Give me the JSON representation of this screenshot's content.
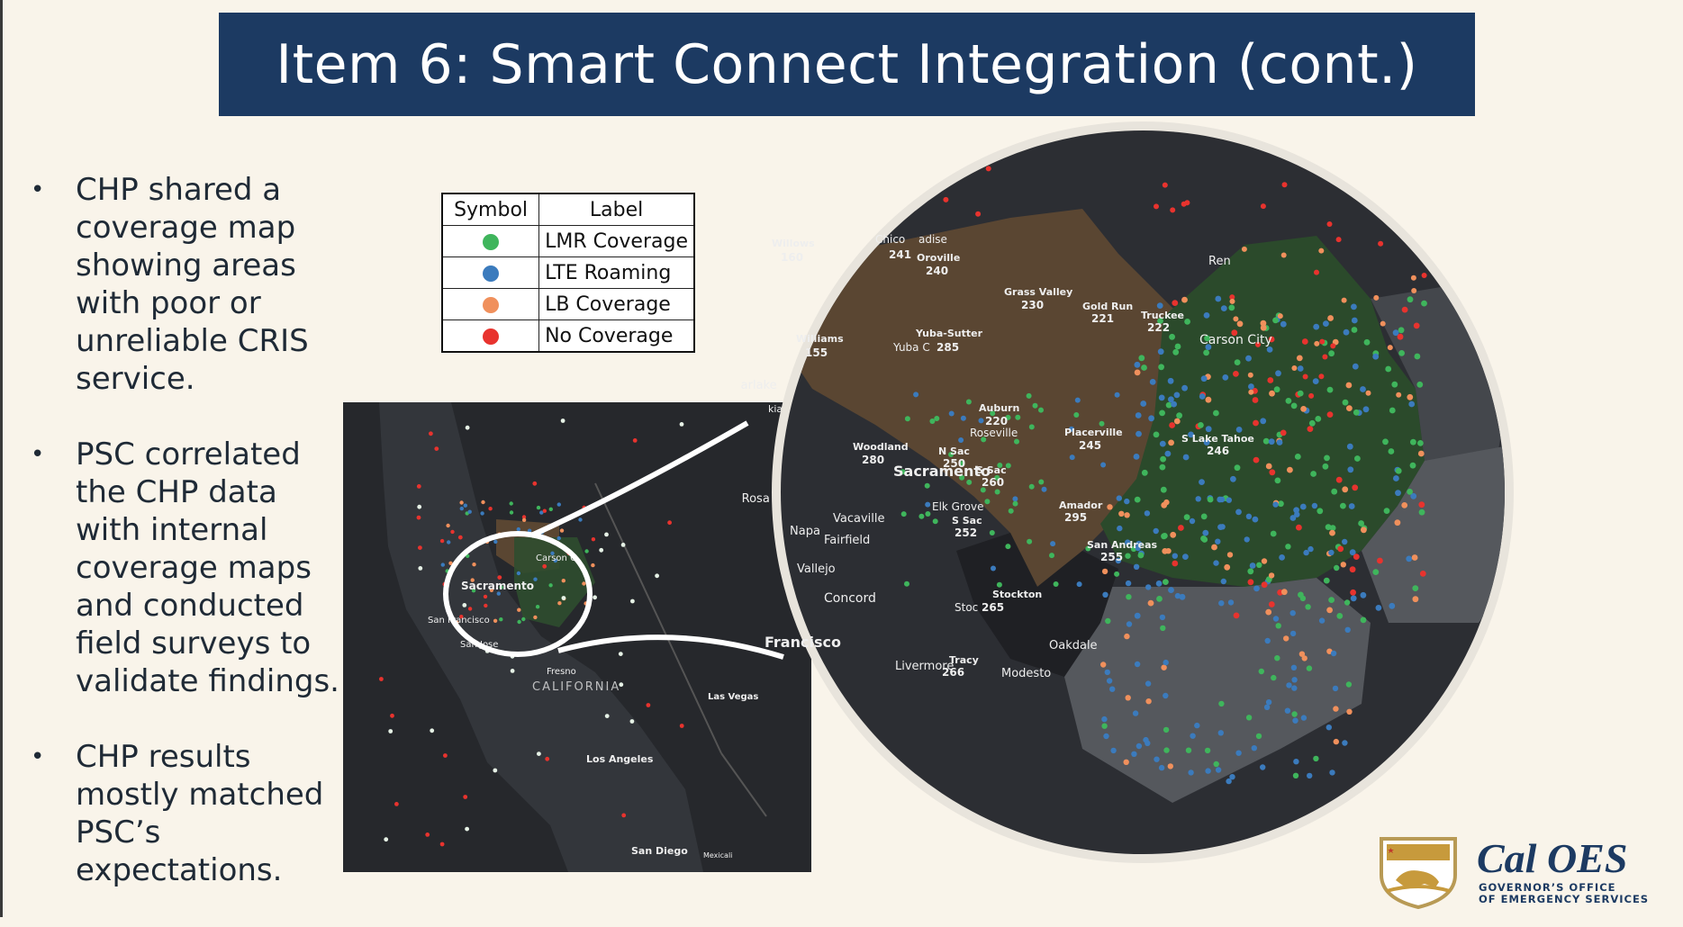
{
  "slide": {
    "title": "Item 6: Smart Connect Integration (cont.)",
    "bullets": [
      "CHP shared a coverage map showing areas with poor or unreliable CRIS service.",
      "PSC correlated the CHP data with internal coverage maps and conducted field surveys to validate findings.",
      "CHP results mostly matched PSC’s expectations."
    ],
    "bullet_glyph": "•"
  },
  "legend": {
    "headers": {
      "symbol": "Symbol",
      "label": "Label"
    },
    "rows": [
      {
        "label": "LMR Coverage",
        "color": "#3fb55c"
      },
      {
        "label": "LTE Roaming",
        "color": "#3b7bbd"
      },
      {
        "label": "LB Coverage",
        "color": "#f0905c"
      },
      {
        "label": "No Coverage",
        "color": "#e8332e"
      }
    ]
  },
  "small_map": {
    "labels": {
      "sacramento": "Sacramento",
      "carson": "Carson C",
      "san_francisco": "San Francisco",
      "san_jose": "San Jose",
      "fresno": "Fresno",
      "california": "CALIFORNIA",
      "las_vegas": "Las Vegas",
      "los_angeles": "Los Angeles",
      "san_diego": "San Diego",
      "mexicali": "Mexicali",
      "ukiah": "kiah"
    }
  },
  "big_map": {
    "places": {
      "chico": "Chico",
      "paradise": "adise",
      "willows": "Willows",
      "oroville": "Oroville",
      "williams": "Williams",
      "yuba_sutter": "Yuba-Sutter",
      "yuba_city": "Yuba C",
      "grass_valley": "Grass Valley",
      "gold_run": "Gold Run",
      "truckee": "Truckee",
      "reno": "Ren",
      "carson_city": "Carson City",
      "clearlake": "Clearlake",
      "auburn": "Auburn",
      "roseville": "Roseville",
      "placerville": "Placerville",
      "woodland": "Woodland",
      "n_sac": "N Sac",
      "sacramento": "Sacramento",
      "s_sac": "S Sac",
      "s_lake_tahoe": "S Lake Tahoe",
      "elk_grove": "Elk Grove",
      "amador": "Amador",
      "santa_rosa": "Santa Rosa",
      "vacaville": "Vacaville",
      "napa": "Napa",
      "fairfield": "Fairfield",
      "san_andreas": "San Andreas",
      "vallejo": "Vallejo",
      "concord": "Concord",
      "stockton": "Stockton",
      "stockton_short": "Stoc",
      "san_francisco": "Francisco",
      "oakdale": "Oakdale",
      "livermore": "Livermore",
      "tracy": "Tracy",
      "modesto": "Modesto"
    },
    "area_codes": {
      "chico": "241",
      "willows": "160",
      "oroville": "240",
      "williams": "155",
      "yuba_sutter": "285",
      "grass_valley": "230",
      "gold_run": "221",
      "truckee": "222",
      "auburn": "220",
      "placerville": "245",
      "woodland": "280",
      "n_sac": "250",
      "s_sac_north": "260",
      "s_lake_tahoe": "246",
      "amador": "295",
      "s_sac": "252",
      "san_andreas": "255",
      "stockton": "265",
      "tracy": "266"
    }
  },
  "logo": {
    "wordmark": "Cal OES",
    "subtitle_line1": "GOVERNOR’S OFFICE",
    "subtitle_line2": "OF EMERGENCY SERVICES"
  }
}
